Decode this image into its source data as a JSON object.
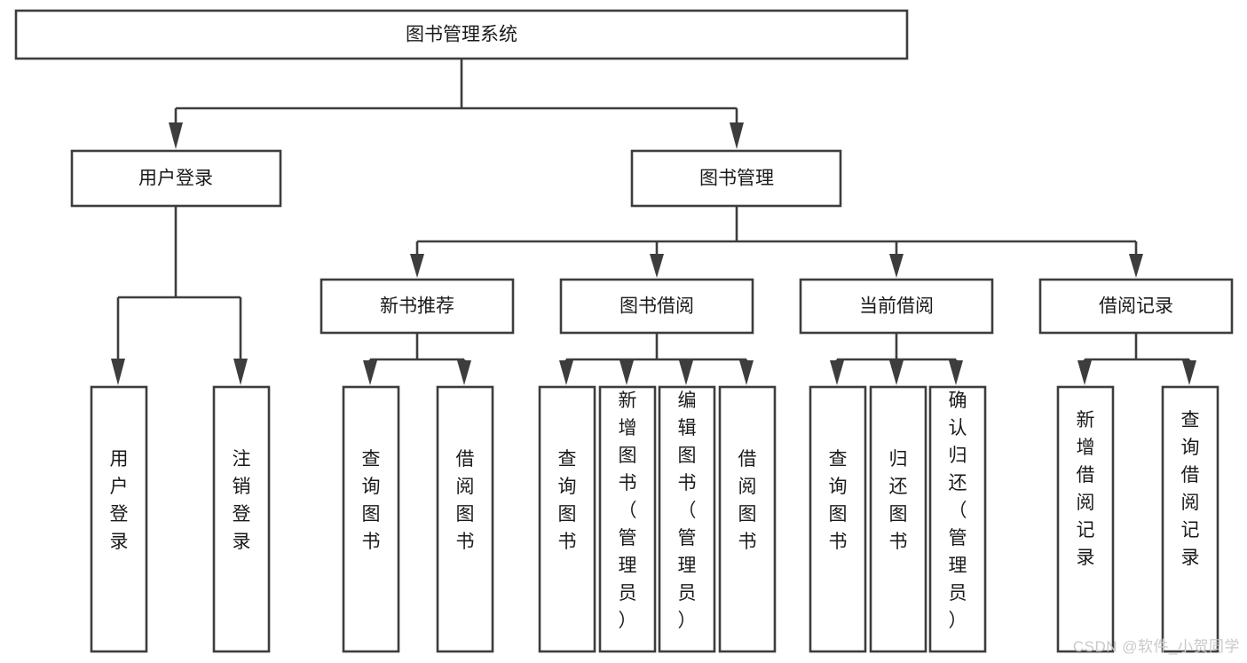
{
  "diagram": {
    "type": "tree",
    "title": "图书管理系统",
    "watermark": "CSDN @软件_小贺同学",
    "colors": {
      "stroke": "#3d3d3d",
      "box_fill": "#ffffff",
      "text": "#1a1a1a",
      "background": "#ffffff",
      "watermark": "#c9c9c9"
    },
    "nodes": {
      "root": {
        "label": "图书管理系统",
        "level": 1,
        "orientation": "horizontal"
      },
      "l2": [
        {
          "label": "用户登录",
          "level": 2,
          "orientation": "horizontal"
        },
        {
          "label": "图书管理",
          "level": 2,
          "orientation": "horizontal"
        }
      ],
      "l3": [
        {
          "label": "新书推荐",
          "level": 3,
          "orientation": "horizontal"
        },
        {
          "label": "图书借阅",
          "level": 3,
          "orientation": "horizontal"
        },
        {
          "label": "当前借阅",
          "level": 3,
          "orientation": "horizontal"
        },
        {
          "label": "借阅记录",
          "level": 3,
          "orientation": "horizontal"
        }
      ],
      "leaves_user_login": [
        {
          "label": "用户登录",
          "orientation": "vertical"
        },
        {
          "label": "注销登录",
          "orientation": "vertical"
        }
      ],
      "leaves_new_book": [
        {
          "label": "查询图书",
          "orientation": "vertical"
        },
        {
          "label": "借阅图书",
          "orientation": "vertical"
        }
      ],
      "leaves_borrow": [
        {
          "label": "查询图书",
          "orientation": "vertical"
        },
        {
          "label": "新增图书（管理员）",
          "orientation": "vertical"
        },
        {
          "label": "编辑图书（管理员）",
          "orientation": "vertical"
        },
        {
          "label": "借阅图书",
          "orientation": "vertical"
        }
      ],
      "leaves_current": [
        {
          "label": "查询图书",
          "orientation": "vertical"
        },
        {
          "label": "归还图书",
          "orientation": "vertical"
        },
        {
          "label": "确认归还（管理员）",
          "orientation": "vertical"
        }
      ],
      "leaves_record": [
        {
          "label": "新增借阅记录",
          "orientation": "vertical"
        },
        {
          "label": "查询借阅记录",
          "orientation": "vertical"
        }
      ]
    }
  }
}
